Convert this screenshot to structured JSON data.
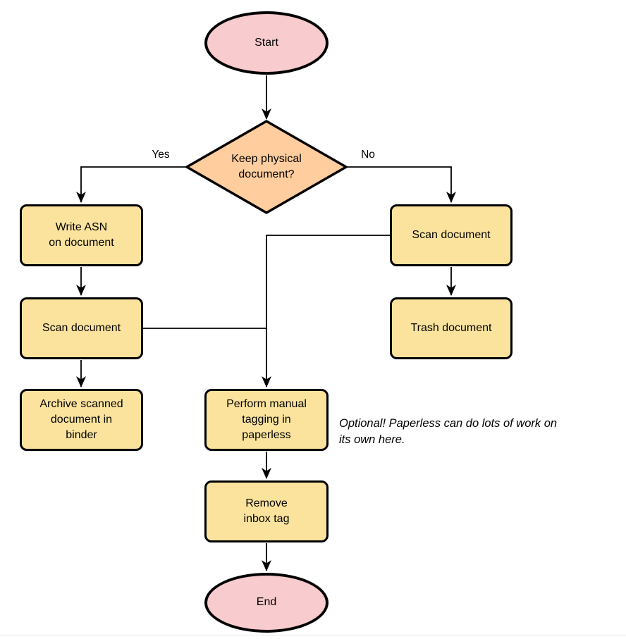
{
  "diagram": {
    "nodes": {
      "start": {
        "label": "Start"
      },
      "decision": {
        "label": "Keep physical\ndocument?"
      },
      "write_asn": {
        "label": "Write ASN\non document"
      },
      "scan_left": {
        "label": "Scan document"
      },
      "archive": {
        "label": "Archive scanned\ndocument in\nbinder"
      },
      "scan_right": {
        "label": "Scan document"
      },
      "trash": {
        "label": "Trash document"
      },
      "tagging": {
        "label": "Perform manual\ntagging in\npaperless"
      },
      "remove_inbox": {
        "label": "Remove\ninbox tag"
      },
      "end": {
        "label": "End"
      }
    },
    "edge_labels": {
      "yes": "Yes",
      "no": "No"
    },
    "annotation": "Optional! Paperless can do lots of work on\nits own here.",
    "colors": {
      "terminal_fill": "#f8cbce",
      "decision_fill": "#ffcd9e",
      "process_fill": "#fbe39e",
      "stroke": "#000000"
    }
  }
}
